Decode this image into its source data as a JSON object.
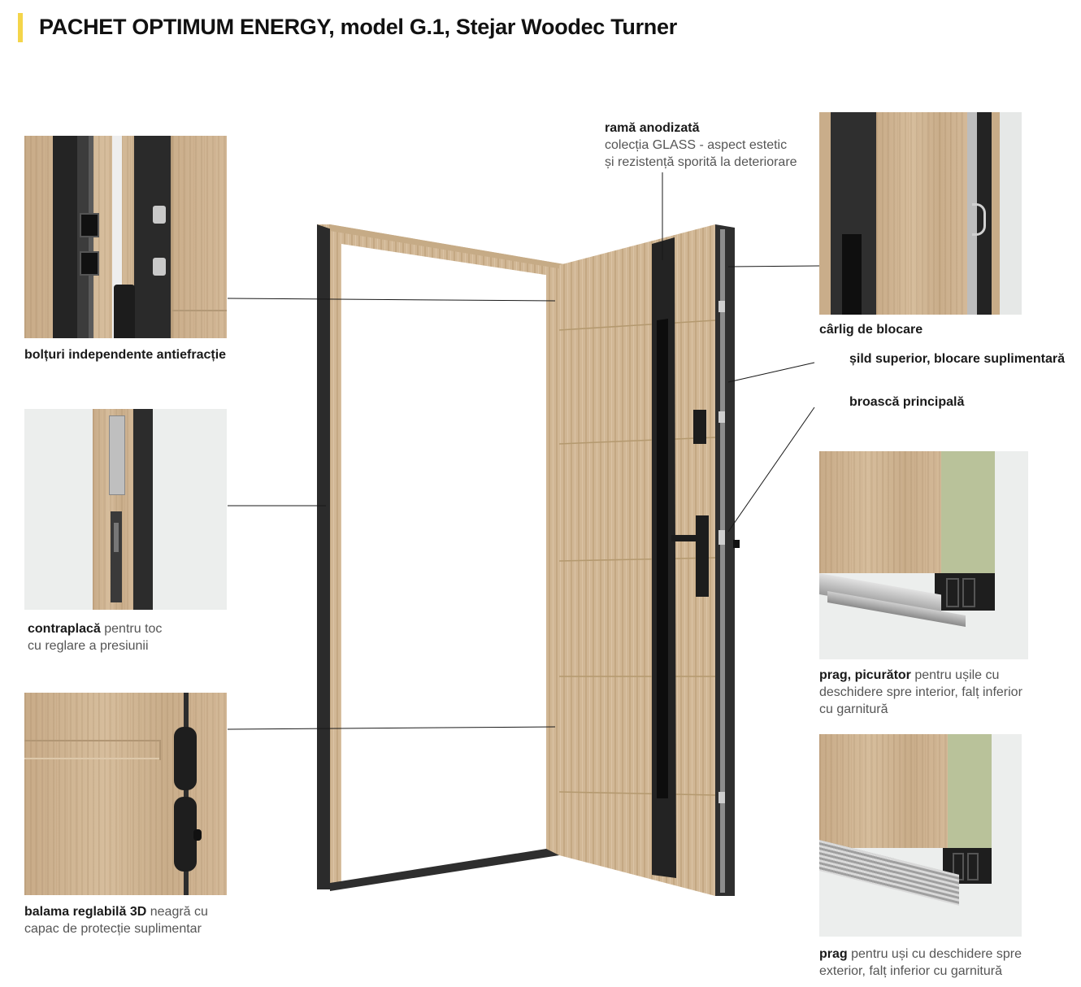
{
  "header": {
    "title": "PACHET OPTIMUM ENERGY, model G.1, Stejar Woodec Turner",
    "accent_color": "#f4d54a"
  },
  "features": {
    "bolts": {
      "title": "bolțuri independente antiefracție"
    },
    "strike_plate": {
      "title": "contraplacă",
      "rest_line1": " pentru toc",
      "line2": "cu reglare a presiunii"
    },
    "hinge": {
      "title": "balama reglabilă 3D",
      "rest_line1": " neagră cu",
      "line2": "capac de protecție suplimentar"
    },
    "frame": {
      "title": "ramă anodizată",
      "line1": "colecția GLASS - aspect estetic",
      "line2": "și rezistență sporită la deteriorare"
    },
    "hook": {
      "title": "cârlig de blocare"
    },
    "top_plate": {
      "title": "șild superior, blocare suplimentară"
    },
    "main_lock": {
      "title": "broască principală"
    },
    "threshold_drip": {
      "title": "prag, picurător",
      "rest_line1": " pentru ușile cu",
      "line2": "deschidere spre interior, falț inferior",
      "line3": "cu garnitură"
    },
    "threshold": {
      "title": "prag",
      "rest_line1": " pentru uși cu deschidere spre",
      "line2": "exterior, falț inferior cu garnitură"
    }
  },
  "colors": {
    "wood": "#cfb592",
    "dark_metal": "#2b2b2b",
    "panel_bg": "#eceeed",
    "insulation": "#b9c29a"
  }
}
